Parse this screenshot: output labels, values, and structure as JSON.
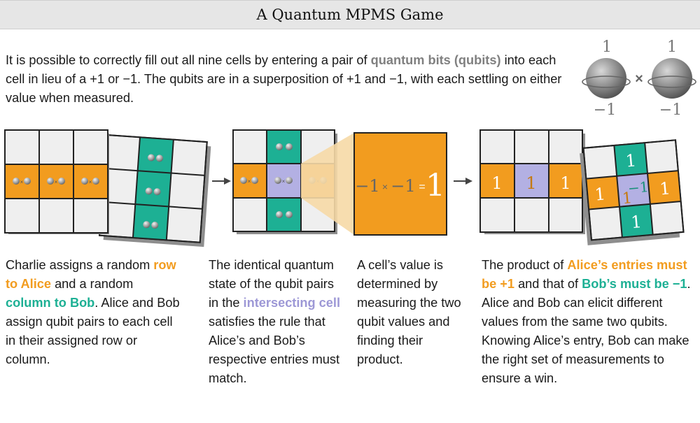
{
  "title": "A Quantum MPMS Game",
  "intro": {
    "t1": "It is possible to correctly fill out all nine cells by entering a pair of ",
    "t2": "quantum bits (qubits)",
    "t3": " into each cell in lieu of a +1 or −1. The qubits are in a superposition of +1 and −1, with each settling on either value when measured."
  },
  "qubit_legend": {
    "top_value": "1",
    "bottom_value": "−1",
    "operator": "×"
  },
  "panels": {
    "cell_equation": {
      "a": "−1",
      "times": "×",
      "b": "−1",
      "equals": "=",
      "result": "1"
    },
    "final_grid": {
      "alice_values": [
        "1",
        "1",
        "1"
      ]
    },
    "tilted_grid": {
      "bob_values": [
        "1",
        "−1",
        "1"
      ],
      "alice_values": [
        "1",
        "1",
        "1"
      ]
    }
  },
  "captions": {
    "c1": {
      "t1": "Charlie assigns a random ",
      "t2": "row to Alice",
      "t3": " and a random ",
      "t4": "column to Bob",
      "t5": ". Alice and Bob assign qubit pairs to each cell in their assigned row or column."
    },
    "c2": {
      "t1": "The identical quantum state of the qubit pairs in the ",
      "t2": "intersecting cell",
      "t3": " satisfies the rule that Alice’s and Bob’s respective entries must match."
    },
    "c3": {
      "t1": "A cell’s value is determined by measuring the two qubit values and finding their product."
    },
    "c4": {
      "t1": "The product of ",
      "t2": "Alice’s entries must be +1",
      "t3": " and that of ",
      "t4": "Bob’s must be −1",
      "t5": ". Alice and Bob can elicit different values from the same two qubits. Knowing Alice’s entry, Bob can make the right set of measurements to ensure a win."
    }
  },
  "colors": {
    "orange": "#f29c1f",
    "teal": "#1db094",
    "purple": "#b3b0e3",
    "cell": "#efefef",
    "header": "#e6e6e6"
  }
}
